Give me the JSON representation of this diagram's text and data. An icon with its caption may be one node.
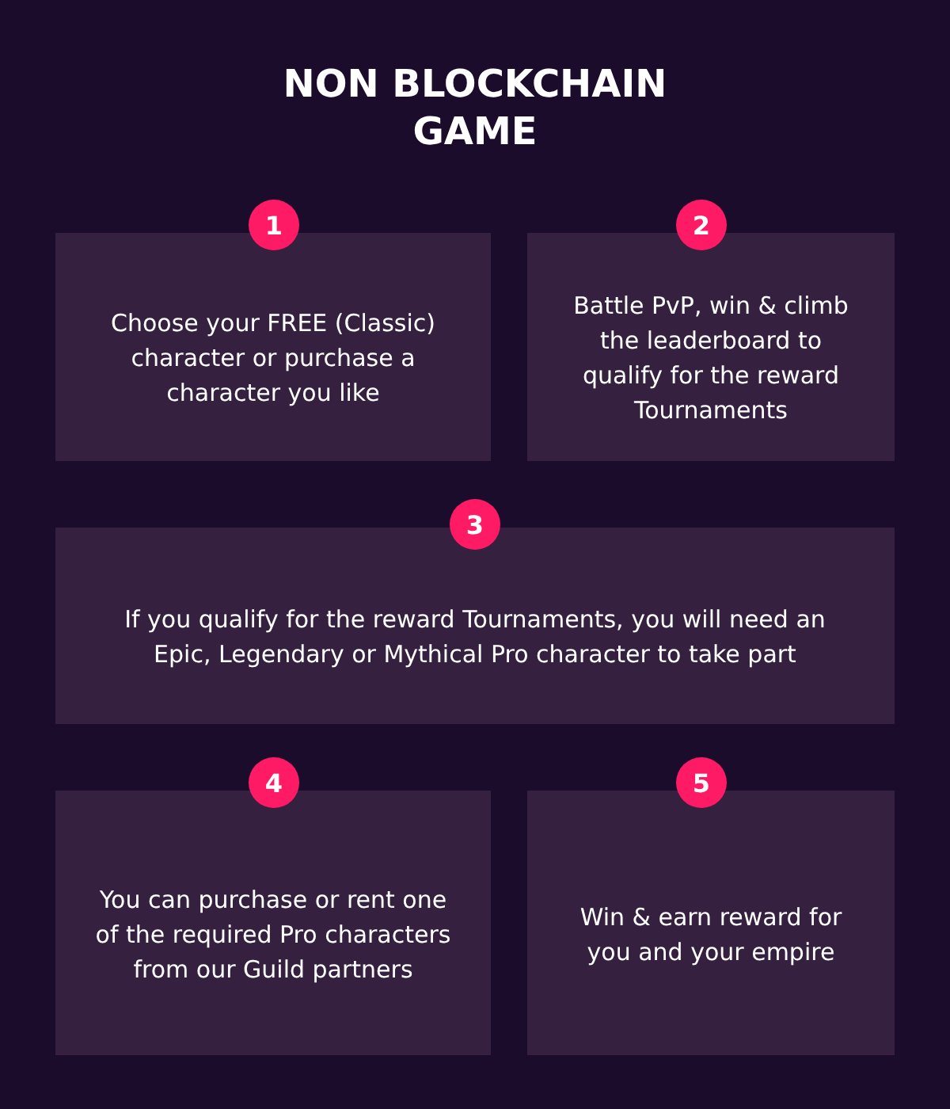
{
  "diagram": {
    "title": "NON BLOCKCHAIN GAME",
    "nodes": [
      {
        "text": [
          "1"
        ]
      },
      {
        "text": [
          "Choose your FREE (Classic) character or purchase a character you like"
        ]
      },
      {
        "text": [
          "2"
        ]
      },
      {
        "text": [
          "Battle PvP, win & climb the leaderboard to qualify for the reward Tournaments"
        ]
      },
      {
        "text": [
          "3"
        ]
      },
      {
        "text": [
          "If you qualify for the reward Tournaments, you will need an Epic, Legendary or Mythical Pro character to take part"
        ]
      },
      {
        "text": [
          "4"
        ]
      },
      {
        "text": [
          "You can purchase or rent one of the required Pro characters from our Guild partners"
        ]
      },
      {
        "text": [
          "5"
        ]
      },
      {
        "text": [
          "Win & earn reward for you and your empire"
        ]
      }
    ],
    "edges": []
  }
}
